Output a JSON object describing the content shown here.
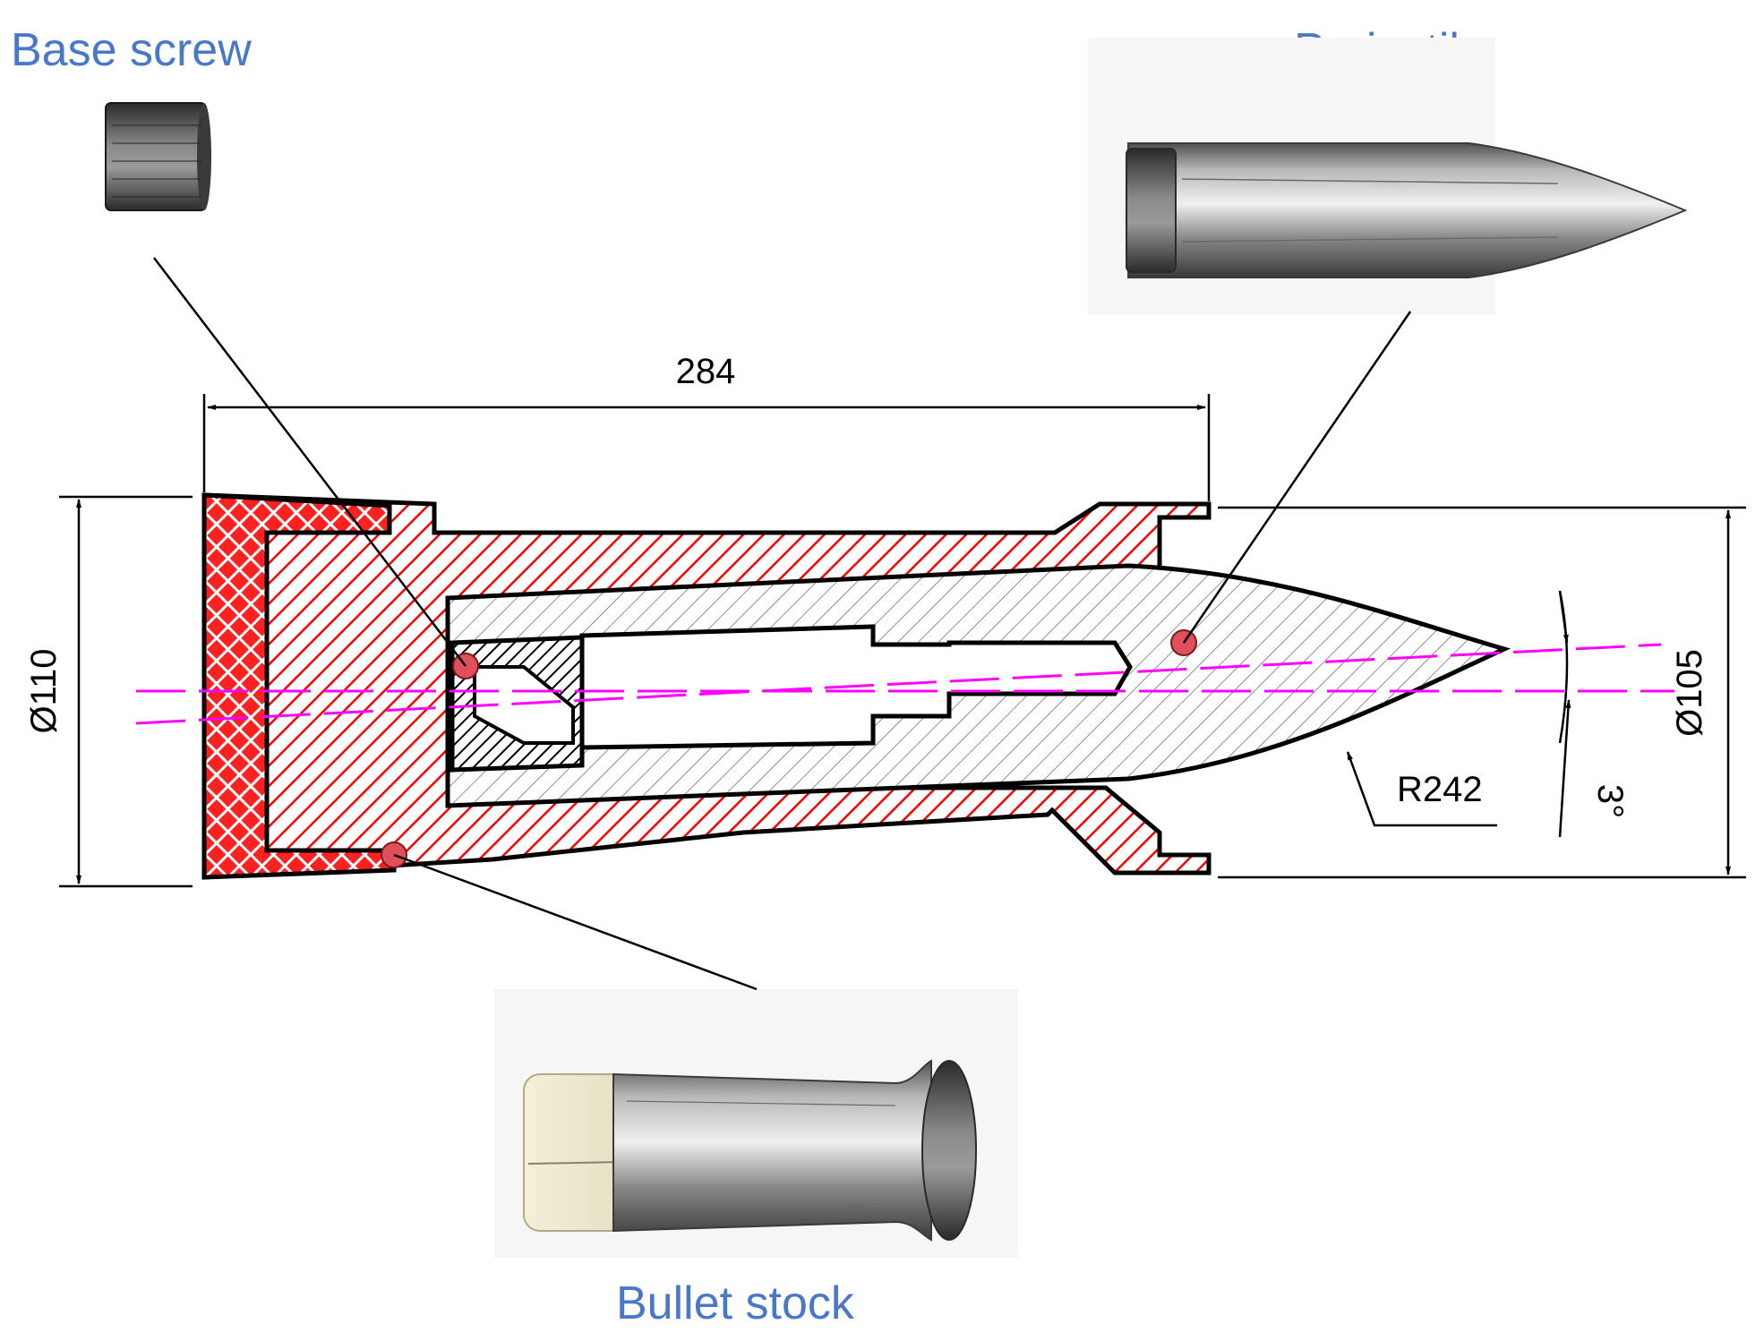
{
  "labels": {
    "base_screw": "Base screw",
    "projectile": "Projectile",
    "bullet_stock": "Bullet stock"
  },
  "dimensions": {
    "length": "284",
    "outer_diameter": "Ø110",
    "front_diameter": "Ø105",
    "ogive_radius": "R242",
    "angle": "3°"
  },
  "colors": {
    "label_text": "#4a78c8",
    "sabot_hatch": "#ff0000",
    "axis_line": "#ff00ff",
    "marker": "#e0505a"
  }
}
